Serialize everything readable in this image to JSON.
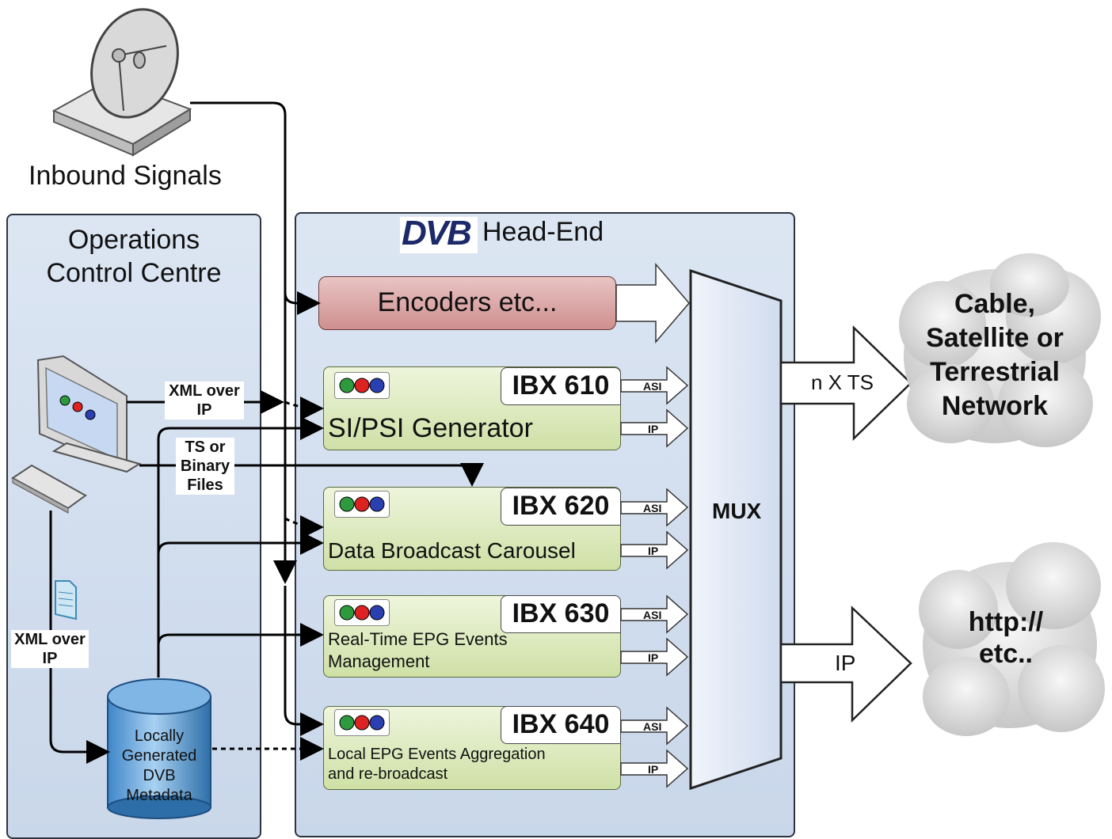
{
  "inbound_label": "Inbound Signals",
  "occ": {
    "line1": "Operations",
    "line2": "Control Centre"
  },
  "headend": {
    "logo": "DVB",
    "title": "Head-End"
  },
  "encoders": "Encoders etc...",
  "xml_over_ip_top": {
    "line1": "XML over",
    "line2": "IP"
  },
  "ts_binary": {
    "line1": "TS or",
    "line2": "Binary",
    "line3": "Files"
  },
  "xml_over_ip_left": {
    "line1": "XML over",
    "line2": "IP"
  },
  "database": {
    "line1": "Locally",
    "line2": "Generated",
    "line3": "DVB",
    "line4": "Metadata"
  },
  "modules": [
    {
      "tag": "IBX 610",
      "line1": "SI/PSI Generator",
      "line2": ""
    },
    {
      "tag": "IBX 620",
      "line1": "Data Broadcast Carousel",
      "line2": ""
    },
    {
      "tag": "IBX 630",
      "line1": "Real-Time EPG Events",
      "line2": "Management"
    },
    {
      "tag": "IBX 640",
      "line1": "Local EPG Events Aggregation",
      "line2": "and re-broadcast"
    }
  ],
  "outputs": {
    "asi": "ASI",
    "ip": "IP"
  },
  "mux": "MUX",
  "nxts": "n X TS",
  "ip_out": "IP",
  "cloud1": {
    "line1": "Cable,",
    "line2": "Satellite or",
    "line3": "Terrestrial",
    "line4": "Network"
  },
  "cloud2": {
    "line1": "http://",
    "line2": "etc.."
  },
  "colors": {
    "panel_border": "#2d3440",
    "module_green": "#cfe0a6",
    "encoder_red": "#d9a3a3"
  }
}
